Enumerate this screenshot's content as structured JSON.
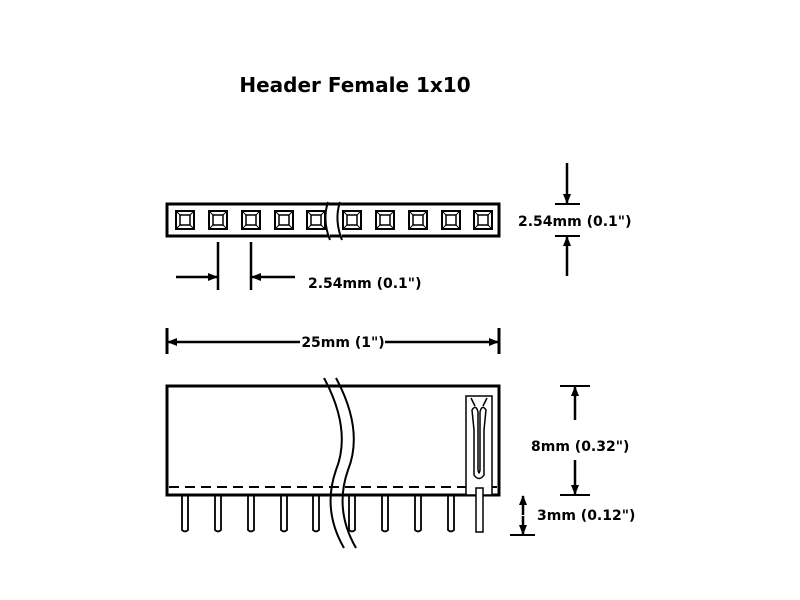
{
  "title": "Header Female 1x10",
  "dimensions": {
    "pitch_label": "2.54mm (0.1\")",
    "height_label": "2.54mm (0.1\")",
    "length_label": "25mm (1\")",
    "body_height_label": "8mm (0.32\")",
    "pin_length_label": "3mm (0.12\")"
  },
  "pin_count": 10
}
